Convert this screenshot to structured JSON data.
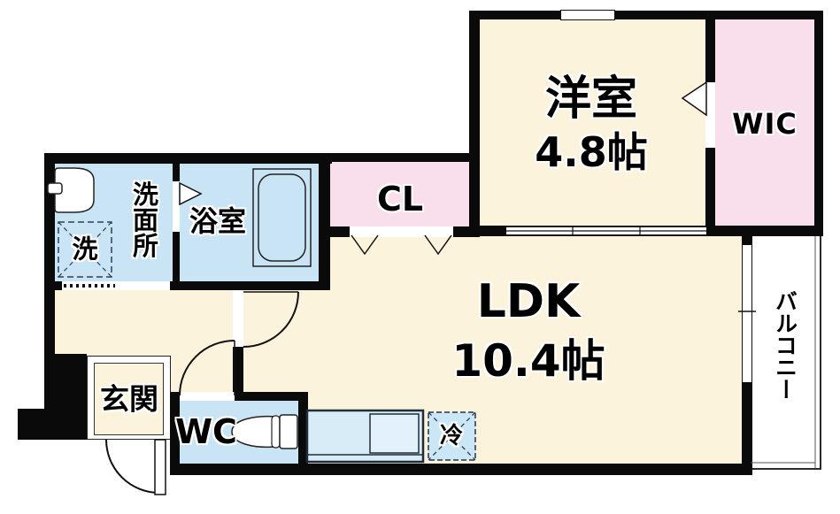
{
  "plan": {
    "rooms": {
      "yoshitsu": {
        "name": "洋室",
        "size": "4.8帖"
      },
      "ldk": {
        "name": "LDK",
        "size": "10.4帖"
      },
      "wic": {
        "name": "WIC"
      },
      "cl": {
        "name": "CL"
      },
      "bathroom": {
        "name": "浴室"
      },
      "washroom": {
        "name": "洗面所"
      },
      "wc": {
        "name": "WC"
      },
      "genkan": {
        "name": "玄関"
      },
      "balcony": {
        "name": "バルコニー"
      }
    },
    "fixtures": {
      "washing_machine": {
        "name": "洗"
      },
      "refrigerator": {
        "name": "冷"
      }
    },
    "colors": {
      "room_cream": "#fcf3dd",
      "closet_pink": "#f9deec",
      "wet_area_blue": "#c9e4f5",
      "counter_blue": "#d8ecf8",
      "wall_black": "#0a0a0a"
    }
  }
}
